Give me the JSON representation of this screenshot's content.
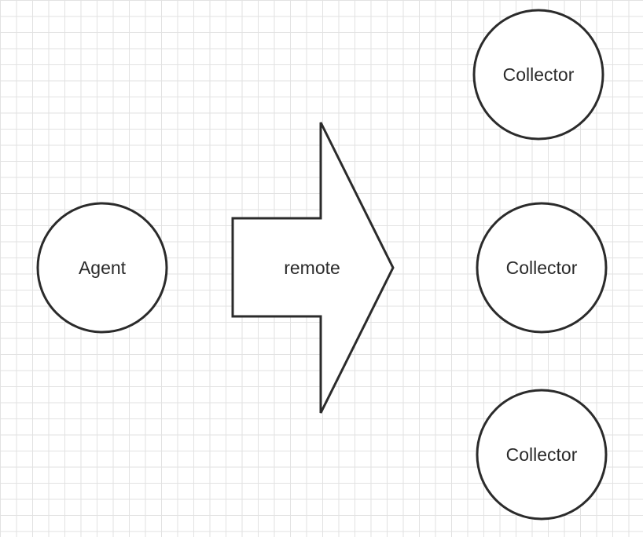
{
  "diagram": {
    "agent": {
      "label": "Agent"
    },
    "arrow": {
      "label": "remote"
    },
    "collectors": [
      {
        "label": "Collector"
      },
      {
        "label": "Collector"
      },
      {
        "label": "Collector"
      }
    ]
  },
  "colors": {
    "stroke": "#2b2b2b",
    "fill": "#ffffff",
    "grid": "#e2e2e2",
    "text": "#2a2a2a"
  }
}
